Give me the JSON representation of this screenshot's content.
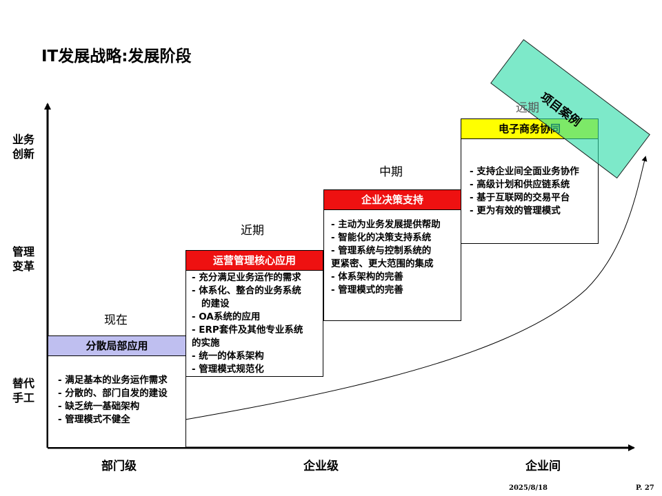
{
  "slide": {
    "title": "IT发展战略:发展阶段",
    "footer_date": "2025/8/18",
    "footer_page": "P. 27"
  },
  "y_axis": {
    "levels": [
      "业务\n创新",
      "管理\n变革",
      "替代\n手工"
    ]
  },
  "x_axis": {
    "levels": [
      "部门级",
      "企业级",
      "企业间"
    ]
  },
  "periods": [
    "现在",
    "近期",
    "中期",
    "远期"
  ],
  "stages": [
    {
      "title": "分散局部应用",
      "header_color": "#bfbff0",
      "title_color": "#000000",
      "items": [
        "- 满足基本的业务运作需求",
        "- 分散的、部门自发的建设",
        "- 缺乏统一基础架构",
        "- 管理模式不健全"
      ]
    },
    {
      "title": "运营管理核心应用",
      "header_color": "#ee1111",
      "title_color": "#ffffff",
      "items": [
        "- 充分满足业务运作的需求",
        "- 体系化、整合的业务系统",
        "的建设",
        "- OA系统的应用",
        "- ERP套件及其他专业系统",
        "的实施",
        "- 统一的体系架构",
        "- 管理模式规范化"
      ]
    },
    {
      "title": "企业决策支持",
      "header_color": "#ee1111",
      "title_color": "#ffffff",
      "items": [
        "- 主动为业务发展提供帮助",
        "- 智能化的决策支持系统",
        "- 管理系统与控制系统的",
        "更紧密、更大范围的集成",
        "- 体系架构的完善",
        "- 管理模式的完善"
      ]
    },
    {
      "title": "电子商务协同",
      "header_color": "#ffff00",
      "title_color": "#000000",
      "items": [
        "- 支持企业间全面业务协作",
        "- 高级计划和供应链系统",
        "- 基于互联网的交易平台",
        "- 更为有效的管理模式"
      ]
    }
  ],
  "stamp": {
    "label": "项目案例",
    "color": "#2ddba8"
  }
}
